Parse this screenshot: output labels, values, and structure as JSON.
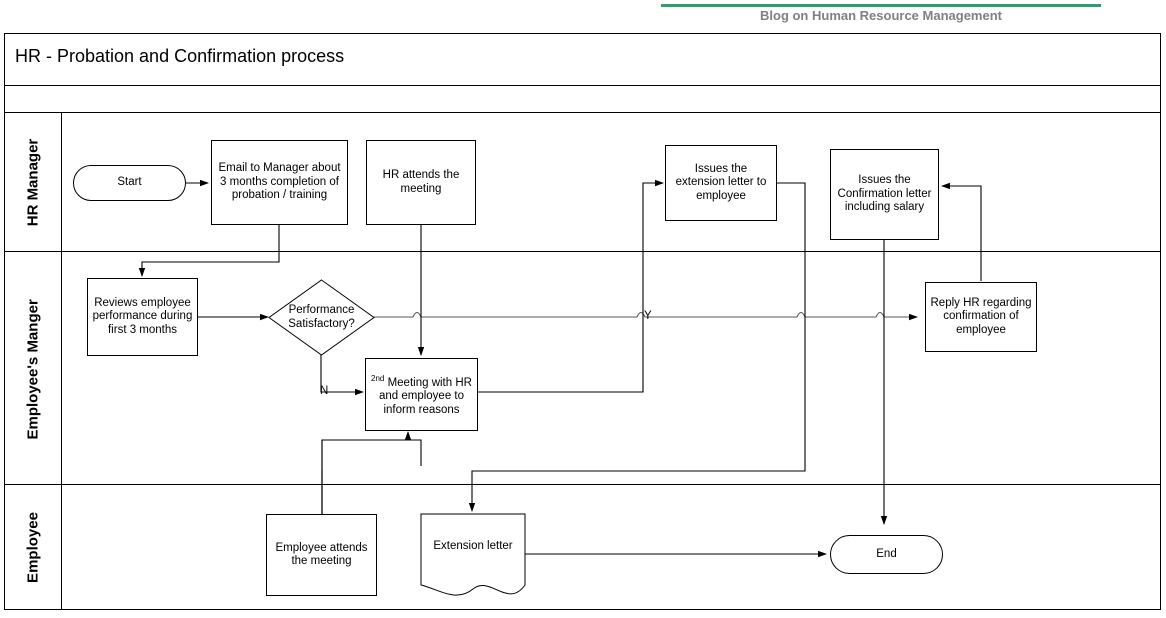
{
  "banner": {
    "text": "Blog on Human Resource Management",
    "rule_color": "#2f9e6e",
    "text_color": "#808080"
  },
  "diagram": {
    "title": "HR - Probation and Confirmation process",
    "type": "swimlane-flowchart"
  },
  "lanes": [
    {
      "id": "hr-manager",
      "label": "HR Manager"
    },
    {
      "id": "employees-manager",
      "label": "Employee's Manger"
    },
    {
      "id": "employee",
      "label": "Employee"
    }
  ],
  "nodes": {
    "start": {
      "label": "Start",
      "shape": "terminator",
      "lane": "hr-manager"
    },
    "email_manager": {
      "label": "Email to Manager about 3 months completion of probation / training",
      "shape": "process",
      "lane": "hr-manager"
    },
    "hr_attends": {
      "label": "HR attends  the meeting",
      "shape": "process",
      "lane": "hr-manager"
    },
    "issues_extension": {
      "label": "Issues the extension letter to employee",
      "shape": "process",
      "lane": "hr-manager"
    },
    "issues_confirmation": {
      "label": "Issues the Confirmation letter including salary",
      "shape": "process",
      "lane": "hr-manager"
    },
    "reviews_performance": {
      "label": "Reviews employee performance during first  3 months",
      "shape": "process",
      "lane": "employees-manager"
    },
    "performance_decision": {
      "label": "Performance Satisfactory?",
      "shape": "decision",
      "lane": "employees-manager"
    },
    "second_meeting": {
      "label_sup": "2nd",
      "label": " Meeting with HR and employee to inform reasons",
      "shape": "process",
      "lane": "employees-manager"
    },
    "reply_hr": {
      "label": "Reply HR regarding confirmation of employee",
      "shape": "process",
      "lane": "employees-manager"
    },
    "employee_attends": {
      "label": "Employee attends the meeting",
      "shape": "process",
      "lane": "employee"
    },
    "extension_letter": {
      "label": "Extension letter",
      "shape": "document",
      "lane": "employee"
    },
    "end": {
      "label": "End",
      "shape": "terminator",
      "lane": "employee"
    }
  },
  "edge_labels": {
    "yes": "Y",
    "no": "N"
  }
}
